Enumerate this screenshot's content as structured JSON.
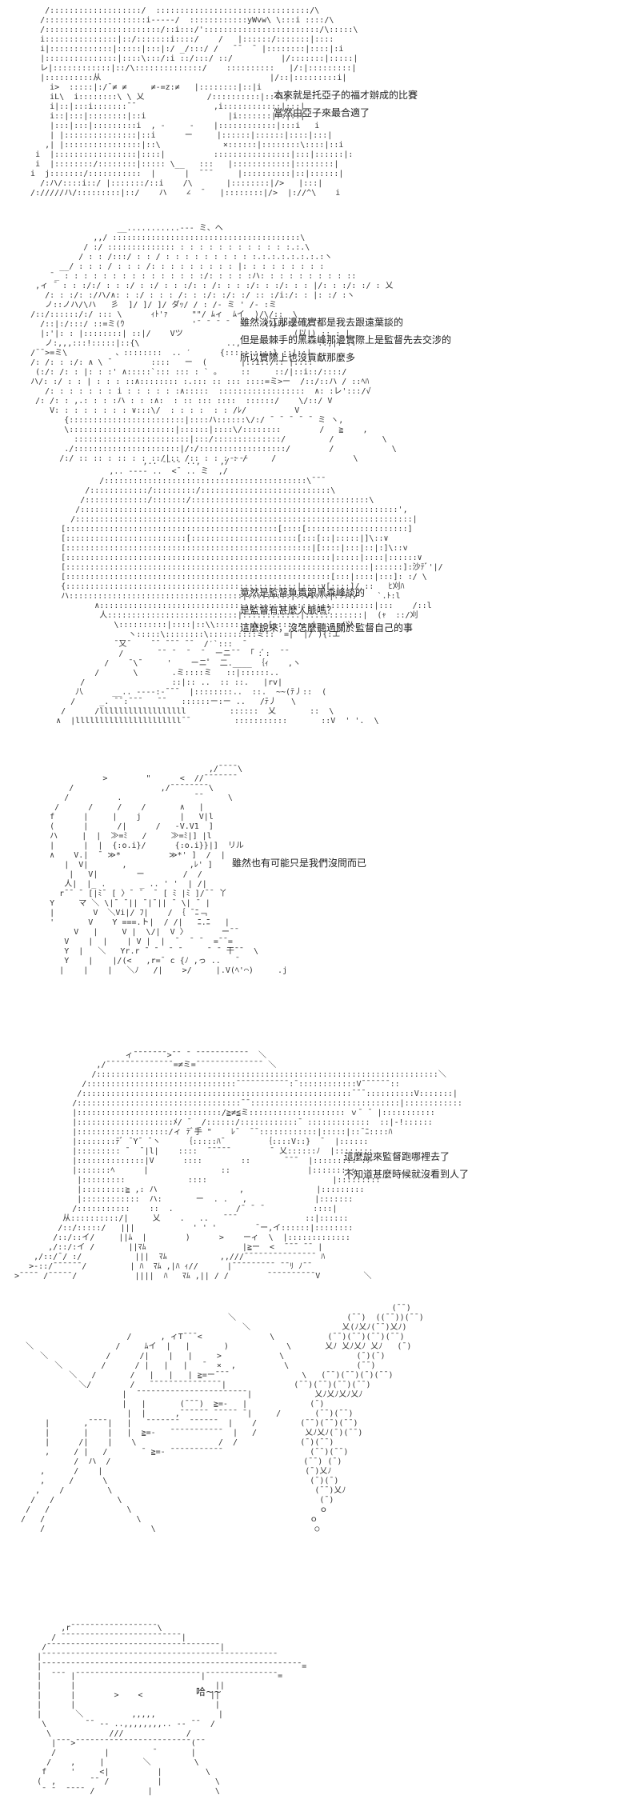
{
  "panels": [
    {
      "art_name": "girl-long-hair-aa",
      "lines": [
        "本來就是托亞子的福才辦成的比賽",
        "當然由亞子來最合適了"
      ]
    },
    {
      "art_name": "girl-side-tail-aa",
      "lines": [
        "雖然淡江那邊確實都是我去跟遠葉談的",
        "但是最棘手的黑森峰那邊實際上是監督先去交涉的",
        "所以實際上也沒貢獻那麼多"
      ]
    },
    {
      "art_name": "girl-short-hair-aa",
      "lines": [
        "竟然是監督負責跟黑森峰談的",
        "是監督有甚麼人脈嗎？",
        "這麼說來，沒怎麼聽過關於監督自己的事"
      ]
    },
    {
      "art_name": "girl-with-ribbon-aa",
      "lines": [
        "雖然也有可能只是我們沒問而已"
      ]
    },
    {
      "art_name": "girl-flowing-hair-aa",
      "lines": [
        "這麼說來監督跑哪裡去了",
        "不知道甚麼時候就沒看到人了"
      ]
    },
    {
      "art_name": "figure-with-flowers-aa",
      "lines": []
    },
    {
      "art_name": "chibi-sigh-aa",
      "lines": [
        "哈~~"
      ]
    }
  ]
}
